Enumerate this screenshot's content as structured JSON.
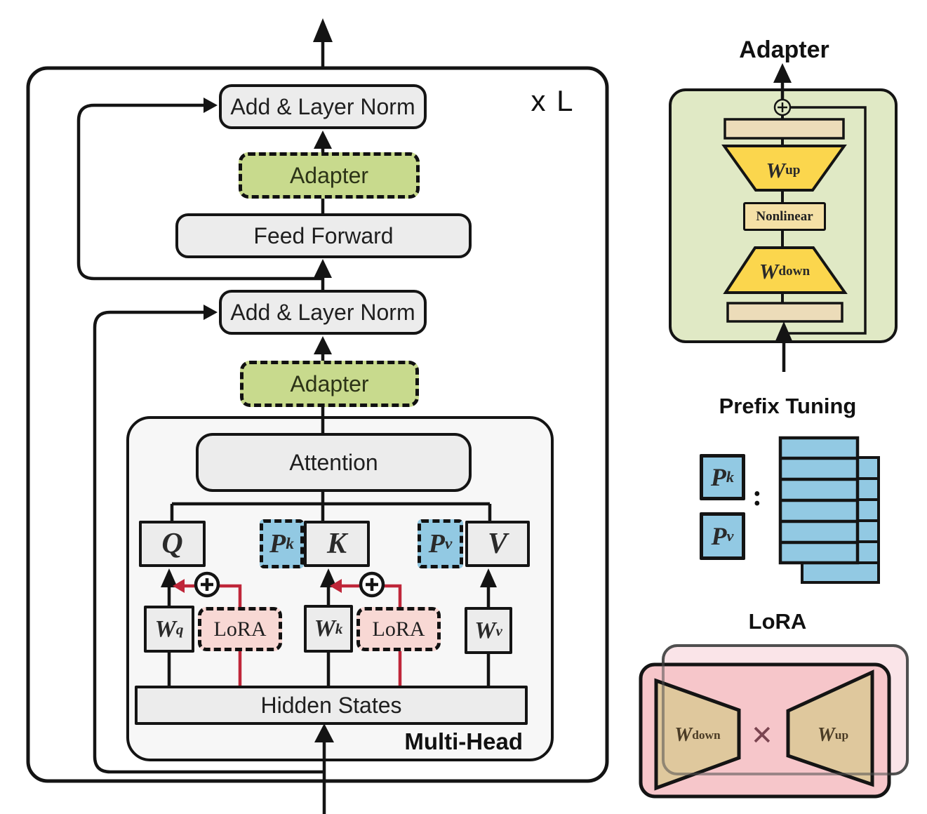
{
  "left_panel": {
    "repeat_label": "x L",
    "add_layer_norm_top": "Add & Layer Norm",
    "adapter_top": "Adapter",
    "feed_forward": "Feed Forward",
    "add_layer_norm_bottom": "Add & Layer Norm",
    "adapter_bottom": "Adapter",
    "attention": "Attention",
    "multi_head": "Multi-Head",
    "hidden_states": "Hidden States",
    "q": "Q",
    "k": "K",
    "v": "V",
    "pk": {
      "base": "P",
      "sub": "k"
    },
    "pv": {
      "base": "P",
      "sub": "v"
    },
    "wq": {
      "base": "W",
      "sub": "q"
    },
    "wk": {
      "base": "W",
      "sub": "k"
    },
    "wv": {
      "base": "W",
      "sub": "v"
    },
    "lora_q": "LoRA",
    "lora_k": "LoRA"
  },
  "adapter_panel": {
    "title": "Adapter",
    "w_up": {
      "base": "W",
      "sub": "up"
    },
    "nonlinear": "Nonlinear",
    "w_down": {
      "base": "W",
      "sub": "down"
    }
  },
  "prefix_panel": {
    "title": "Prefix Tuning",
    "pk": {
      "base": "P",
      "sub": "k"
    },
    "pv": {
      "base": "P",
      "sub": "v"
    },
    "colon": ":"
  },
  "lora_panel": {
    "title": "LoRA",
    "w_down": {
      "base": "W",
      "sub": "down"
    },
    "times": "×",
    "w_up": {
      "base": "W",
      "sub": "up"
    }
  },
  "colors": {
    "box-gray": "#ececec",
    "mh-gray": "#f7f7f7",
    "green-fill": "#c8da8d",
    "panel-green": "#e0e9c5",
    "blue-fill": "#92c9e3",
    "pink-fill": "#f8d8d4",
    "lora-front": "#f6c6ca",
    "lora-back": "#fae4e8",
    "yellow": "#fbd64d",
    "tan": "#ecdcb9",
    "nonlinear-tan": "#f4e0a6",
    "khaki": "#dfc89d",
    "red": "#bf2639",
    "maroon": "#7a4450",
    "line": "#141414"
  }
}
